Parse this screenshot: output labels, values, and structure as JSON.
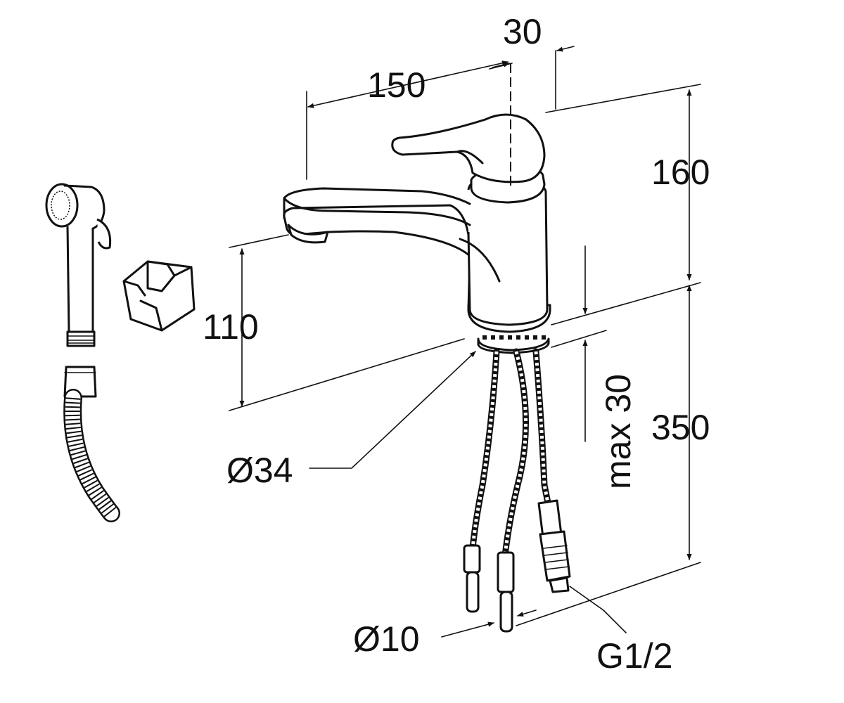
{
  "dimensions": {
    "d30": "30",
    "d150": "150",
    "d160": "160",
    "d110": "110",
    "d350": "350",
    "max30": "max 30",
    "dia34": "Ø34",
    "dia10": "Ø10",
    "thread": "G1/2"
  },
  "colors": {
    "line": "#111111",
    "background": "#ffffff"
  }
}
